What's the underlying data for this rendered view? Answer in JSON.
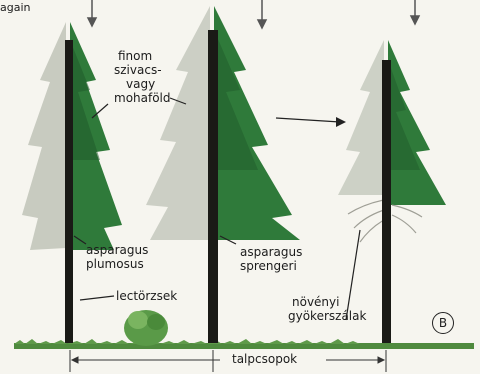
{
  "labels": {
    "top_left": "again",
    "finom": "finom",
    "szivacs": "szivacs-",
    "vagy": "vagy",
    "moha": "mohaföld",
    "plumosus_1": "asparagus",
    "plumosus_2": "plumosus",
    "sprengeri_1": "asparagus",
    "sprengeri_2": "sprengeri",
    "lectorzsek": "lectörzsek",
    "gyoker_1": "növényi",
    "gyoker_2": "gyökerszálak",
    "talpcsopok": "talpcsopok",
    "badge": "B"
  },
  "colors": {
    "foliage": "#2f7a3a",
    "foliage_dark": "#1f5a2a",
    "trunk": "#1a1a16",
    "ground": "#4f8a3e",
    "shrub": "#5a9a48",
    "ink": "#1c1c1c"
  }
}
